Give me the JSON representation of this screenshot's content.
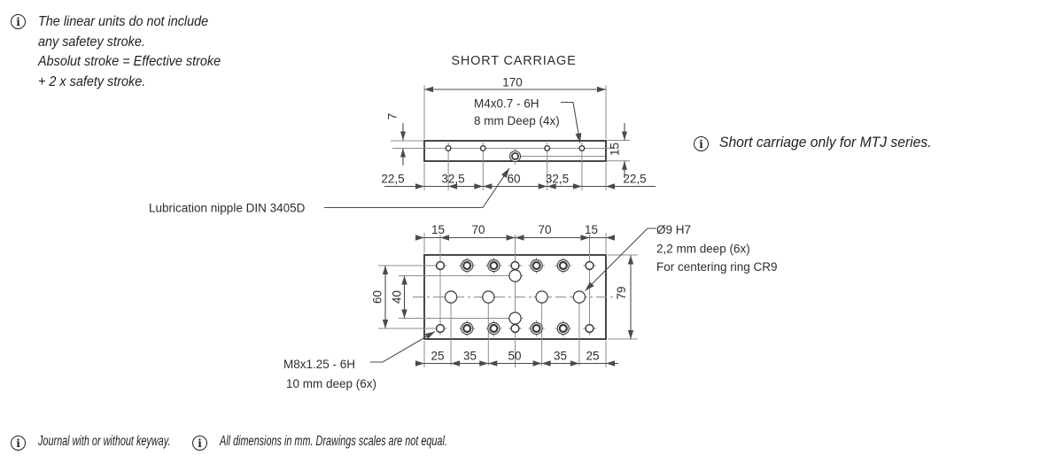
{
  "notes": {
    "safety": [
      "The linear units do not include",
      "any safetey stroke.",
      "Absolut stroke = Effective stroke",
      "+ 2 x safety stroke."
    ],
    "mtj": "Short carriage only for MTJ series.",
    "journal": "Journal with or without keyway.",
    "all_dims": "All dimensions in mm. Drawings scales are not equal."
  },
  "side_view": {
    "title": "SHORT CARRIAGE",
    "dim_total": "170",
    "dim_left": "7",
    "dim_right": "15",
    "dims_bottom": [
      "22,5",
      "32,5",
      "60",
      "32,5",
      "22,5"
    ],
    "label_m4": [
      "M4x0.7 - 6H",
      "8 mm  Deep (4x)"
    ],
    "label_lubrication": "Lubrication nipple DIN 3405D"
  },
  "top_view": {
    "dims_top": [
      "15",
      "70",
      "70",
      "15"
    ],
    "dims_bottom": [
      "25",
      "35",
      "50",
      "35",
      "25"
    ],
    "dim_row_spacing": "60",
    "dim_center_spacing": "40",
    "dim_width": "79",
    "label_o9": [
      "Ø9 H7",
      "2,2 mm deep (6x)",
      "For centering ring CR9"
    ],
    "label_m8": [
      "M8x1.25 - 6H",
      "10 mm  deep (6x)"
    ]
  },
  "colors": {
    "line": "#3a3a3a",
    "aux_line": "#8c8c8c",
    "text": "#2e2e2e",
    "background": "#ffffff"
  }
}
